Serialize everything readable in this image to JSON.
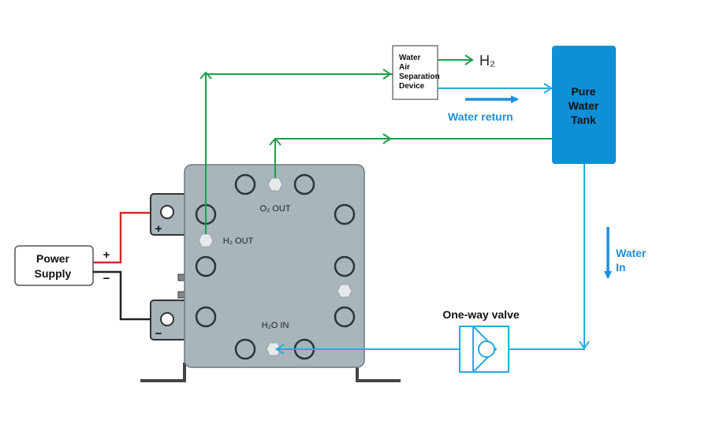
{
  "power_supply": {
    "label_line1": "Power",
    "label_line2": "Supply",
    "plus": "+",
    "minus": "−"
  },
  "electrolyzer": {
    "plus_terminal": "+",
    "minus_terminal": "−",
    "o2_out": "O₂ OUT",
    "h2_out": "H₂ OUT",
    "h2o_in": "H₂O IN"
  },
  "separator": {
    "line1": "Water",
    "line2": "Air",
    "line3": "Separation",
    "line4": "Device"
  },
  "h2_output": "H₂",
  "tank": {
    "line1": "Pure",
    "line2": "Water",
    "line3": "Tank"
  },
  "water_return": "Water return",
  "water_in": {
    "line1": "Water",
    "line2": "In"
  },
  "valve_label": "One-way valve",
  "colors": {
    "green": "#1e9e4a",
    "blue": "#2aa9dc",
    "tank": "#0f8fd6",
    "label_blue": "#1b8fe0",
    "wire_red": "#d42a2a",
    "wire_black": "#222222",
    "stack_body": "#a8b5ba"
  }
}
